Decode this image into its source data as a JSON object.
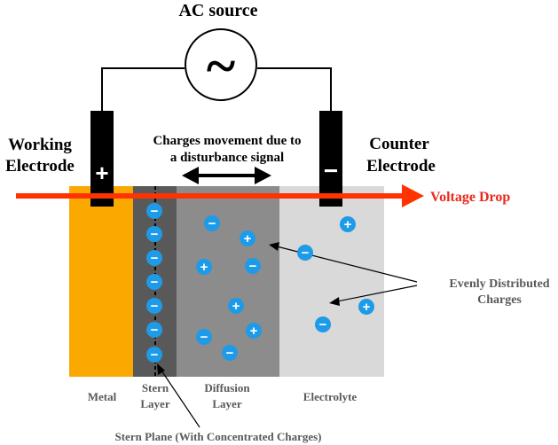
{
  "source": {
    "label": "AC source",
    "symbol": "~"
  },
  "electrodes": {
    "working": {
      "line1": "Working",
      "line2": "Electrode",
      "sign": "+"
    },
    "counter": {
      "line1": "Counter",
      "line2": "Electrode",
      "sign": "−"
    }
  },
  "movement": {
    "line1": "Charges movement due to",
    "line2": "a disturbance signal"
  },
  "voltage_drop": "Voltage Drop",
  "distributed": {
    "line1": "Evenly Distributed",
    "line2": "Charges"
  },
  "regions": {
    "metal": "Metal",
    "stern_line1": "Stern",
    "stern_line2": "Layer",
    "diffusion_line1": "Diffusion",
    "diffusion_line2": "Layer",
    "electrolyte": "Electrolyte"
  },
  "stern_plane": "Stern Plane (With Concentrated Charges)",
  "charge_signs": {
    "positive": "+",
    "negative": "−"
  },
  "colors": {
    "metal": "#FBA800",
    "stern": "#595959",
    "diffusion": "#8C8C8C",
    "electrolyte": "#D9D9D9",
    "charge": "#1E9BE8",
    "voltage_arrow": "#FF3300",
    "voltage_text": "#E8291C",
    "label_gray": "#595959"
  }
}
